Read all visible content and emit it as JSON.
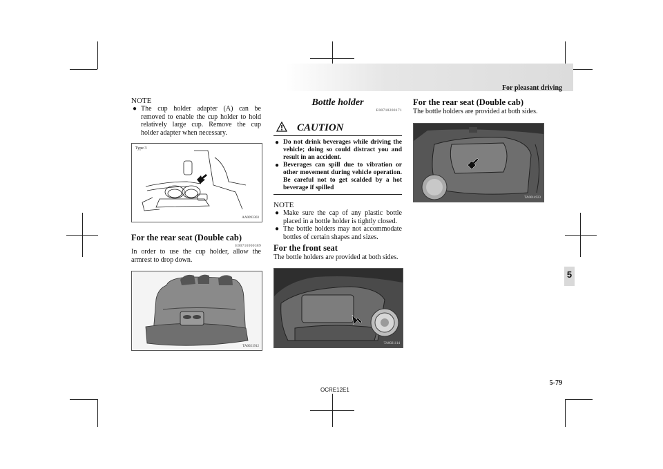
{
  "header": {
    "section_title": "For pleasant driving"
  },
  "left_column": {
    "note_heading": "NOTE",
    "note_items": [
      "The cup holder adapter (A) can be removed to enable the cup holder to hold relatively large cup. Remove the cup holder adapter when necessary."
    ],
    "figure1": {
      "label": "Type 3",
      "code": "AA0093303"
    },
    "rear_heading": "For the rear seat (Double cab)",
    "rear_code": "E00716900389",
    "rear_text": "In order to use the cup holder, allow the armrest to drop down.",
    "figure2": {
      "code": "TA0021912"
    }
  },
  "middle_column": {
    "title": "Bottle holder",
    "title_code": "E00718200171",
    "caution": {
      "title": "CAUTION",
      "items": [
        "Do not drink beverages while driving the vehicle; doing so could distract you and result in an accident.",
        "Beverages can spill due to vibration or other movement during vehicle operation. Be careful not to get scalded by a hot beverage if spilled"
      ]
    },
    "note_heading": "NOTE",
    "note_items": [
      "Make sure the cap of any plastic bottle placed in a bottle holder is tightly closed.",
      "The bottle holders may not accommodate bottles of certain shapes and sizes."
    ],
    "front_heading": "For the front seat",
    "front_text": "The bottle holders are provided at both sides.",
    "figure3": {
      "code": "TA0021114"
    }
  },
  "right_column": {
    "rear_heading": "For the rear seat (Double cab)",
    "rear_text": "The bottle holders are provided at both sides.",
    "figure4": {
      "code": "TA0014923"
    }
  },
  "chapter_tab": "5",
  "footer": {
    "doc_code": "OCRE12E1",
    "page_number": "5-79"
  }
}
